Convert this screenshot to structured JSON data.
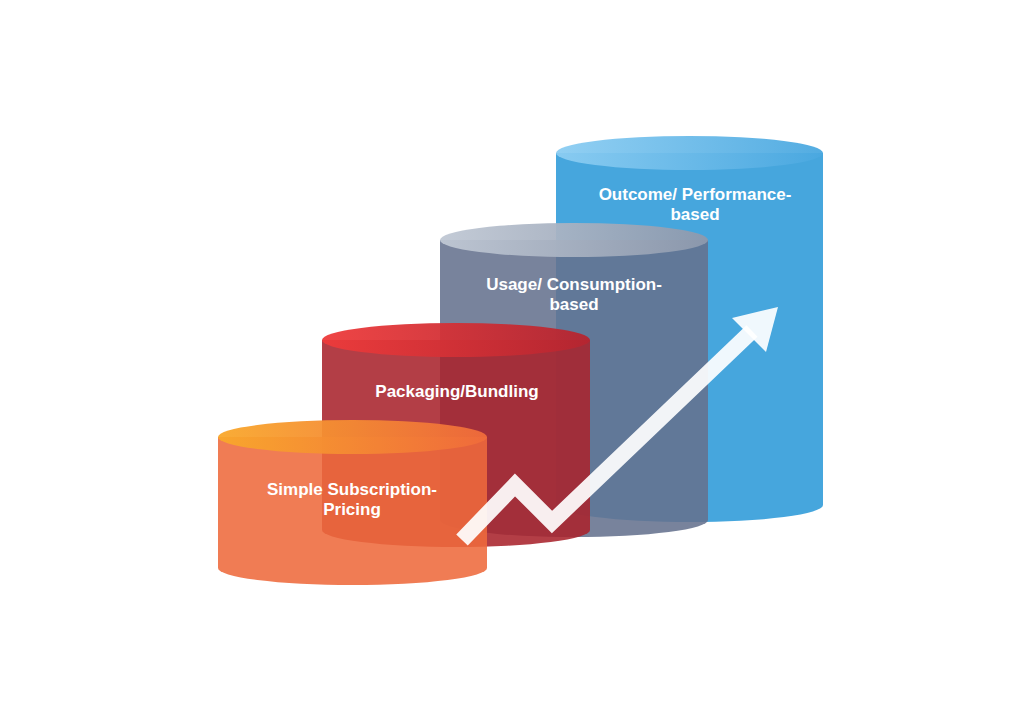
{
  "diagram": {
    "nodes": [
      {
        "text": [
          "Simple Subscription-Pricing"
        ]
      },
      {
        "text": [
          "Packaging/Bundling"
        ]
      },
      {
        "text": [
          "Usage/ Consumption-based"
        ]
      },
      {
        "text": [
          "Outcome/ Performance-based"
        ]
      }
    ]
  }
}
